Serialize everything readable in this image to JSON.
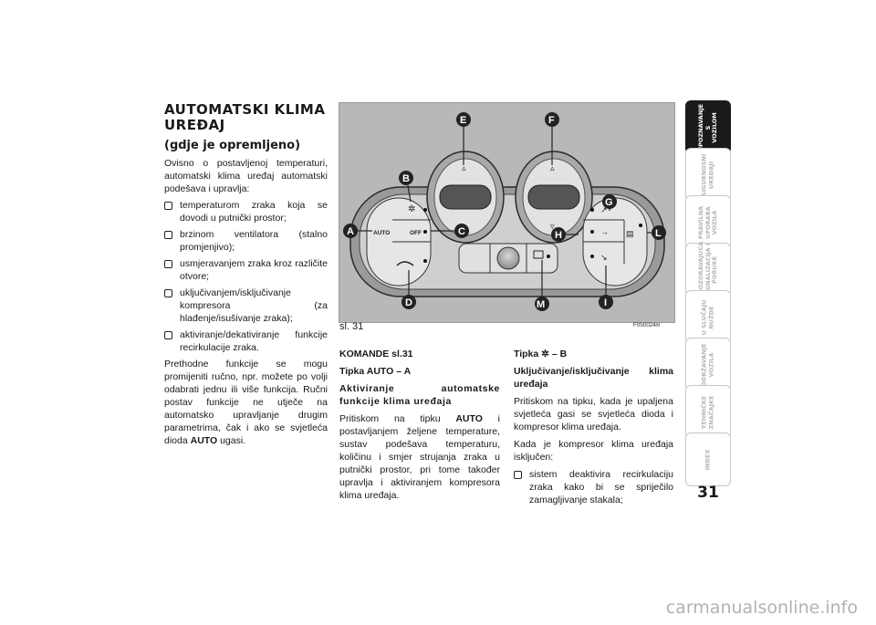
{
  "section": {
    "title": "AUTOMATSKI KLIMA UREĐAJ",
    "subtitle": "(gdje je opremljeno)",
    "intro": "Ovisno o postavljenoj temperaturi, automatski klima uređaj automatski podešava i upravlja:",
    "bullets": [
      "temperaturom zraka koja se dovodi u putnički prostor;",
      "brzinom ventilatora (stalno promjenjivo);",
      "usmjeravanjem zraka kroz različite otvore;",
      "uključivanjem/isključivanje kompresora (za hlađenje/isušivanje zraka);",
      "aktiviranje/dekativiranje funkcije recirkulacije zraka."
    ],
    "closing_pre": "Prethodne funkcije se mogu promijeniti ručno, npr. možete po volji odabrati jednu ili više funkcija. Ručni postav funkcije ne utječe na automatsko upravljanje drugim parametrima, čak i ako se svjetleća dioda ",
    "closing_bold": "AUTO",
    "closing_post": " ugasi."
  },
  "figure": {
    "caption": "sl. 31",
    "code": "F0S0024m",
    "callouts": [
      "A",
      "B",
      "C",
      "D",
      "E",
      "F",
      "G",
      "H",
      "I",
      "L",
      "M"
    ],
    "button_labels": {
      "auto": "AUTO",
      "off": "OFF"
    }
  },
  "commands": {
    "heading": "KOMANDE sl.31",
    "auto_heading": "Tipka AUTO – A",
    "auto_subheading": "Aktiviranje automatske funkcije klima uređaja",
    "auto_pre": "Pritiskom na tipku ",
    "auto_bold": "AUTO",
    "auto_post": " i postavljanjem željene temperature, sustav podešava temperaturu, količinu i smjer strujanja zraka u putnički prostor, pri tome također upravlja i aktiviranjem kompresora klima uređaja.",
    "b_heading_pre": "Tipka",
    "b_heading_post": "– B",
    "b_subheading": "Uključivanje/isključivanje klima uređaja",
    "b_text1": "Pritiskom na tipku, kada je upaljena svjetleća gasi se svjetleća dioda i kompresor klima uređaja.",
    "b_text2": "Kada je kompresor klima uređaja isključen:",
    "b_bullet": "sistem deaktivira recirkulaciju zraka kako bi se spriječilo zamagljivanje stakala;"
  },
  "tabs": [
    {
      "label": "UPOZNAVANJE\nS\nVOZILOM",
      "active": true
    },
    {
      "label": "SIGURNOSNI\nUREĐAJI",
      "active": false
    },
    {
      "label": "PRAVILNA\nUPORABA\nVOZILA",
      "active": false
    },
    {
      "label": "UPOZORAVAJUĆA\nSIGNALIZACIJA I\nPORUKE",
      "active": false
    },
    {
      "label": "U SLUČAJU\nNUŽDE",
      "active": false
    },
    {
      "label": "ODRŽAVANJE\nVOZILA",
      "active": false
    },
    {
      "label": "TEHNIČKE\nZNAČAJKE",
      "active": false
    },
    {
      "label": "INDEX",
      "active": false
    }
  ],
  "page_number": "31",
  "watermark": "carmanualsonline.info"
}
